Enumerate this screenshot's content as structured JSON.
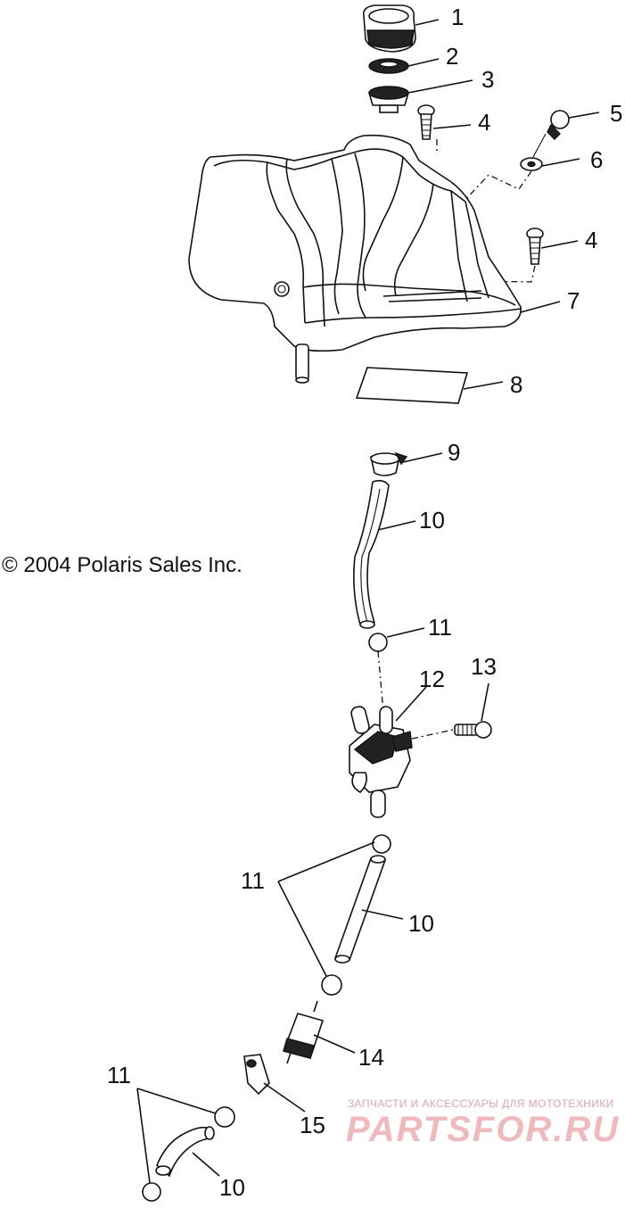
{
  "copyright": "© 2004 Polaris Sales Inc.",
  "watermark": {
    "tagline": "ЗАПЧАСТИ И АКСЕССУАРЫ ДЛЯ МОТОТЕХНИКИ",
    "logo": "PARTSFOR.RU",
    "color": "#e9a3a6"
  },
  "callouts": {
    "c1": "1",
    "c2": "2",
    "c3": "3",
    "c4a": "4",
    "c5": "5",
    "c6": "6",
    "c4b": "4",
    "c7": "7",
    "c8": "8",
    "c9": "9",
    "c10a": "10",
    "c11a": "11",
    "c12": "12",
    "c13": "13",
    "c11b": "11",
    "c10b": "10",
    "c14": "14",
    "c11c": "11",
    "c15": "15",
    "c10c": "10"
  }
}
